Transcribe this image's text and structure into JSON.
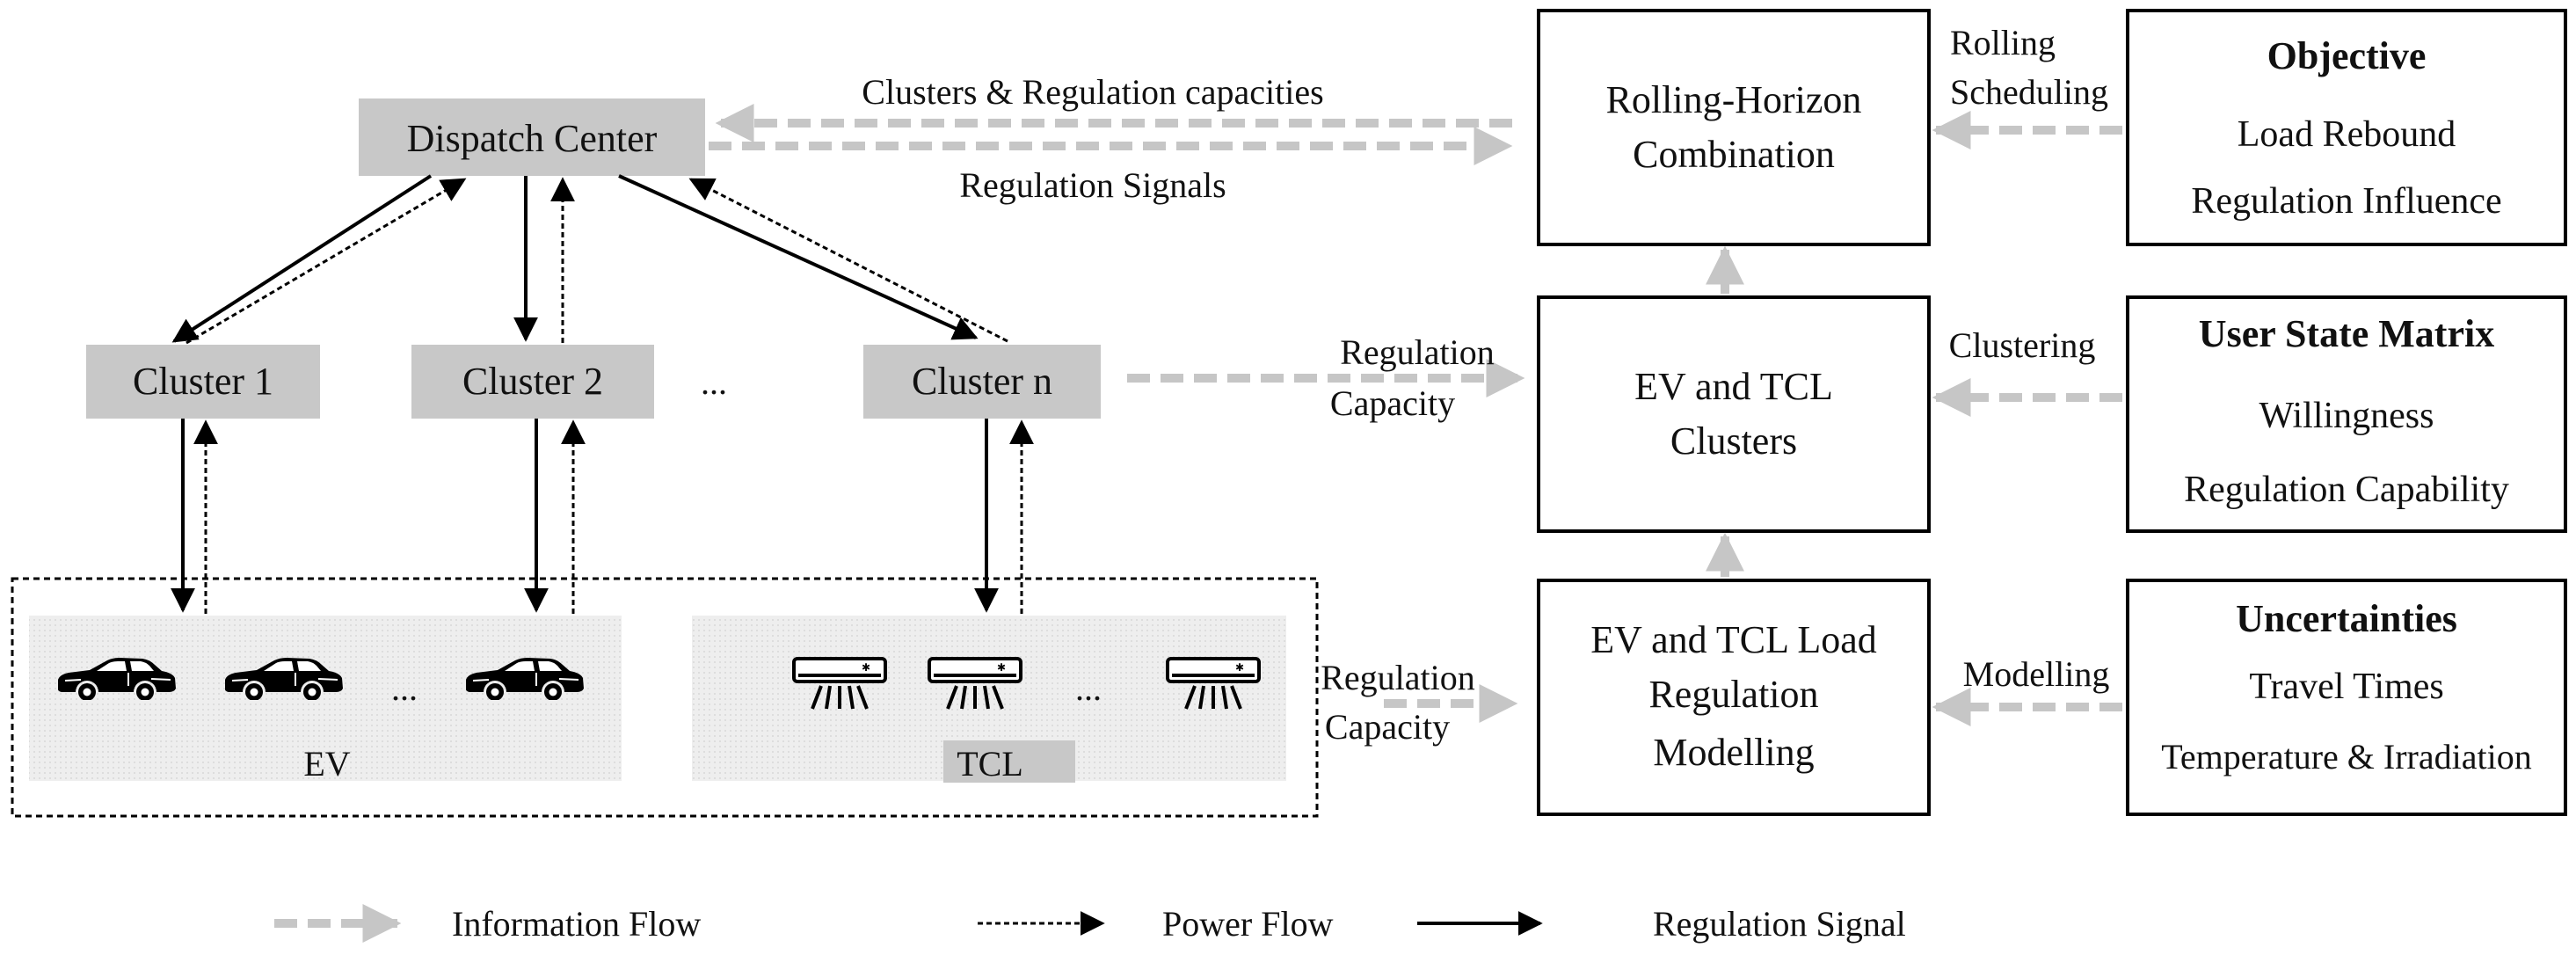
{
  "dispatch_center": "Dispatch Center",
  "clusters": [
    "Cluster 1",
    "Cluster 2",
    "Cluster n"
  ],
  "cluster_ellipsis": "...",
  "ev_group": {
    "label": "EV",
    "ellipsis": "..."
  },
  "tcl_group": {
    "label": "TCL",
    "ellipsis": "..."
  },
  "top_arrow_labels": {
    "upper": "Clusters & Regulation capacities",
    "lower": "Regulation Signals"
  },
  "mid_arrow_label": {
    "line1": "Regulation",
    "line2": "Capacity"
  },
  "low_arrow_label": {
    "line1": "Regulation",
    "line2": "Capacity"
  },
  "process_boxes": {
    "rolling": {
      "line1": "Rolling-Horizon",
      "line2": "Combination"
    },
    "clusters": {
      "line1": "EV and TCL",
      "line2": "Clusters"
    },
    "modelling": {
      "line1": "EV and TCL Load",
      "line2": "Regulation",
      "line3": "Modelling"
    }
  },
  "input_boxes": {
    "objective": {
      "title": "Objective",
      "line1": "Load Rebound",
      "line2": "Regulation Influence"
    },
    "user_state": {
      "title": "User State Matrix",
      "line1": "Willingness",
      "line2": "Regulation Capability"
    },
    "uncertainties": {
      "title": "Uncertainties",
      "line1": "Travel Times",
      "line2": "Temperature & Irradiation"
    }
  },
  "input_arrow_labels": {
    "rolling": {
      "line1": "Rolling",
      "line2": "Scheduling"
    },
    "clustering": "Clustering",
    "modelling": "Modelling"
  },
  "legend": {
    "information_flow": "Information Flow",
    "power_flow": "Power Flow",
    "regulation_signal": "Regulation Signal"
  },
  "colors": {
    "gray_box": "#c8c8c8",
    "info_arrow": "#c6c6c6",
    "line": "#000000",
    "device_area": "#ececec"
  }
}
